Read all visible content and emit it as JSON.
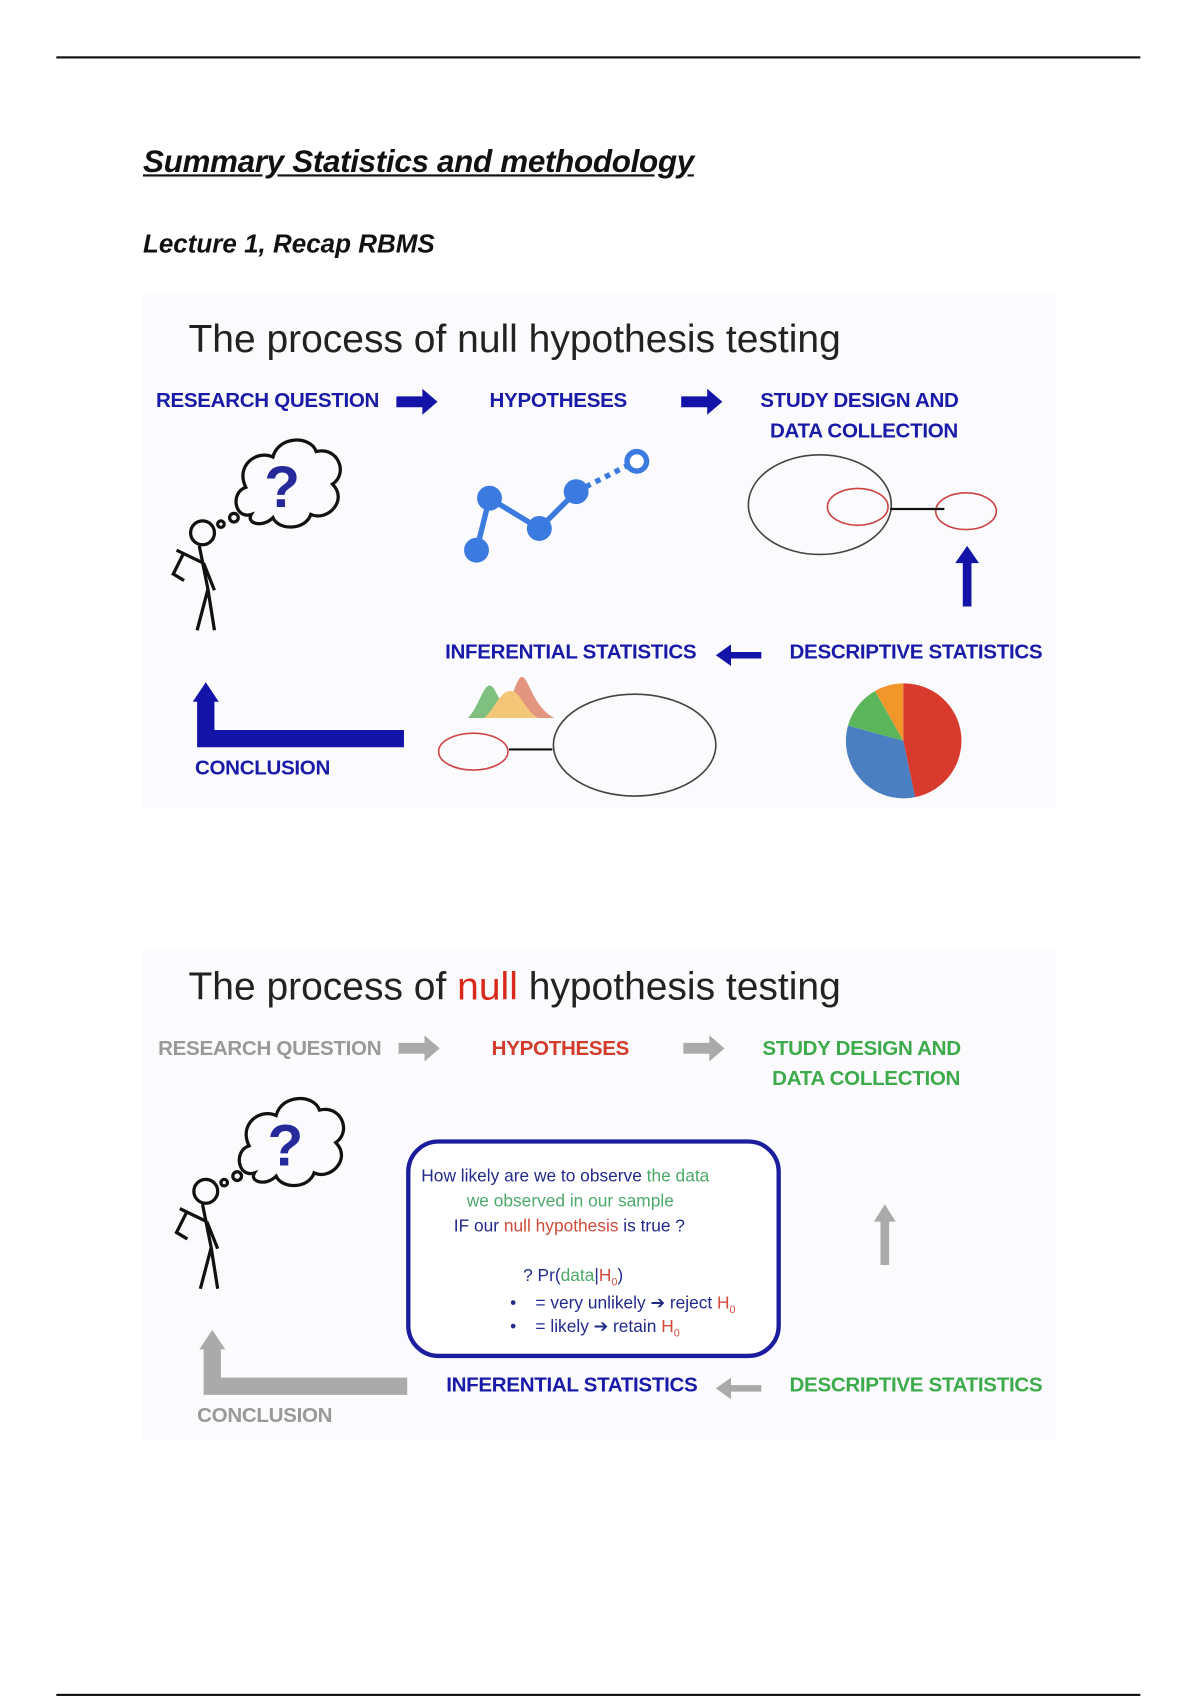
{
  "document": {
    "title": "Summary Statistics and methodology",
    "subtitle": "Lecture 1, Recap RBMS"
  },
  "slide1": {
    "title": "The process of null hypothesis testing",
    "labels": {
      "research_question": "RESEARCH QUESTION",
      "hypotheses": "HYPOTHESES",
      "study_design_1": "STUDY DESIGN AND",
      "study_design_2": "DATA COLLECTION",
      "inferential": "INFERENTIAL STATISTICS",
      "descriptive": "DESCRIPTIVE STATISTICS",
      "conclusion": "CONCLUSION"
    },
    "question_mark": "?",
    "pie_colors": [
      "#d93a2e",
      "#4a7fc1",
      "#5bb55a",
      "#f0962a"
    ]
  },
  "slide2": {
    "title_pre": "The process of ",
    "title_null": "null",
    "title_post": " hypothesis testing",
    "labels": {
      "research_question": "RESEARCH QUESTION",
      "hypotheses": "HYPOTHESES",
      "study_design_1": "STUDY DESIGN AND",
      "study_design_2": "DATA COLLECTION",
      "inferential": "INFERENTIAL STATISTICS",
      "descriptive": "DESCRIPTIVE STATISTICS",
      "conclusion": "CONCLUSION"
    },
    "question_mark": "?",
    "box": {
      "l1a": "How likely are we to observe ",
      "l1b": "the data",
      "l2": "we observed in our sample",
      "l3a": "IF our ",
      "l3b": "null hypothesis",
      "l3c": " is true ?",
      "l4a": "? Pr(",
      "l4b": "data",
      "l4c": "|",
      "l4d": "H",
      "l4e": "0",
      "l4f": ")",
      "b1a": "= very unlikely ➔ reject ",
      "b1b": "H",
      "b1c": "0",
      "b2a": "= likely ➔ retain ",
      "b2b": "H",
      "b2c": "0",
      "bullet": "•"
    }
  }
}
